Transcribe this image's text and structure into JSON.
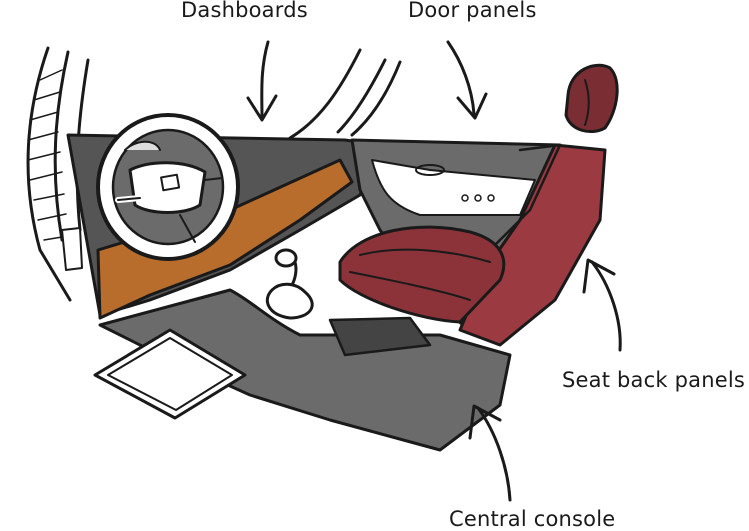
{
  "labels": {
    "dashboards": "Dashboards",
    "door_panels": "Door panels",
    "seat_back_panels": "Seat back panels",
    "central_console": "Central console"
  },
  "colors": {
    "dashboard_wood": "#b96d2c",
    "console_gray": "#6b6b6b",
    "dark_gray": "#4a4a4a",
    "seat_red": "#9b3a40",
    "seat_dark": "#6e2a2f",
    "outline": "#1a1a1a"
  },
  "icons": [
    "steering-wheel",
    "gear-shifter",
    "car-seat",
    "floor-mat",
    "arrow"
  ]
}
